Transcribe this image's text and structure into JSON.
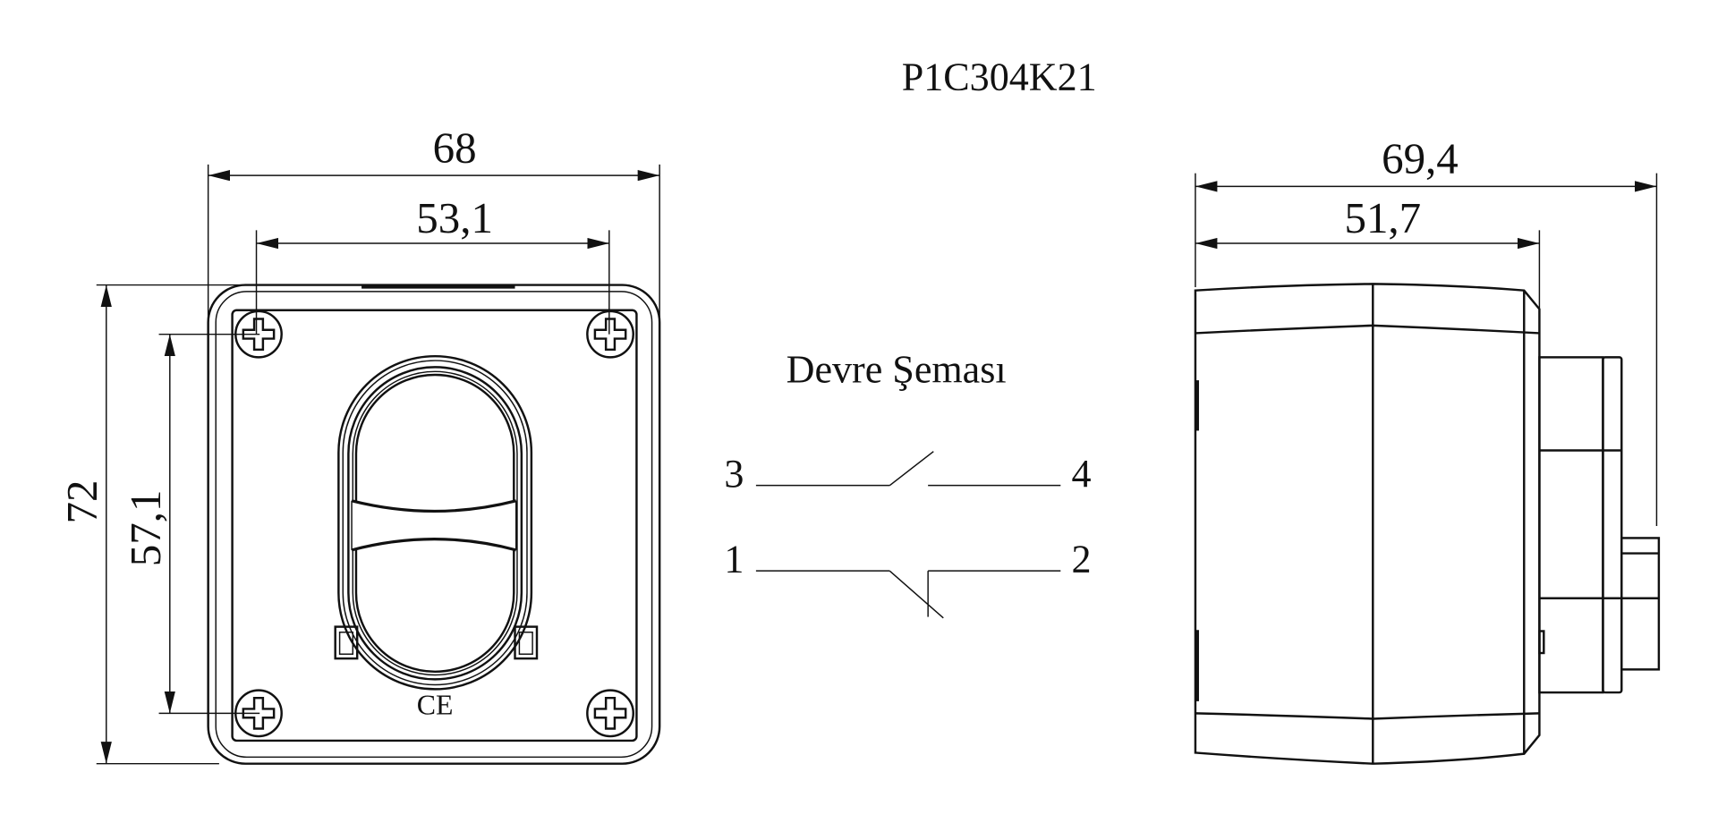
{
  "title": "P1C304K21",
  "front_view": {
    "width_overall": "68",
    "width_screws": "53,1",
    "height_overall": "72",
    "height_screws": "57,1",
    "mark": "CE"
  },
  "schematic": {
    "title": "Devre Şeması",
    "no_contact": {
      "left_terminal": "3",
      "right_terminal": "4"
    },
    "nc_contact": {
      "left_terminal": "1",
      "right_terminal": "2"
    }
  },
  "side_view": {
    "depth_overall": "69,4",
    "depth_body": "51,7"
  }
}
